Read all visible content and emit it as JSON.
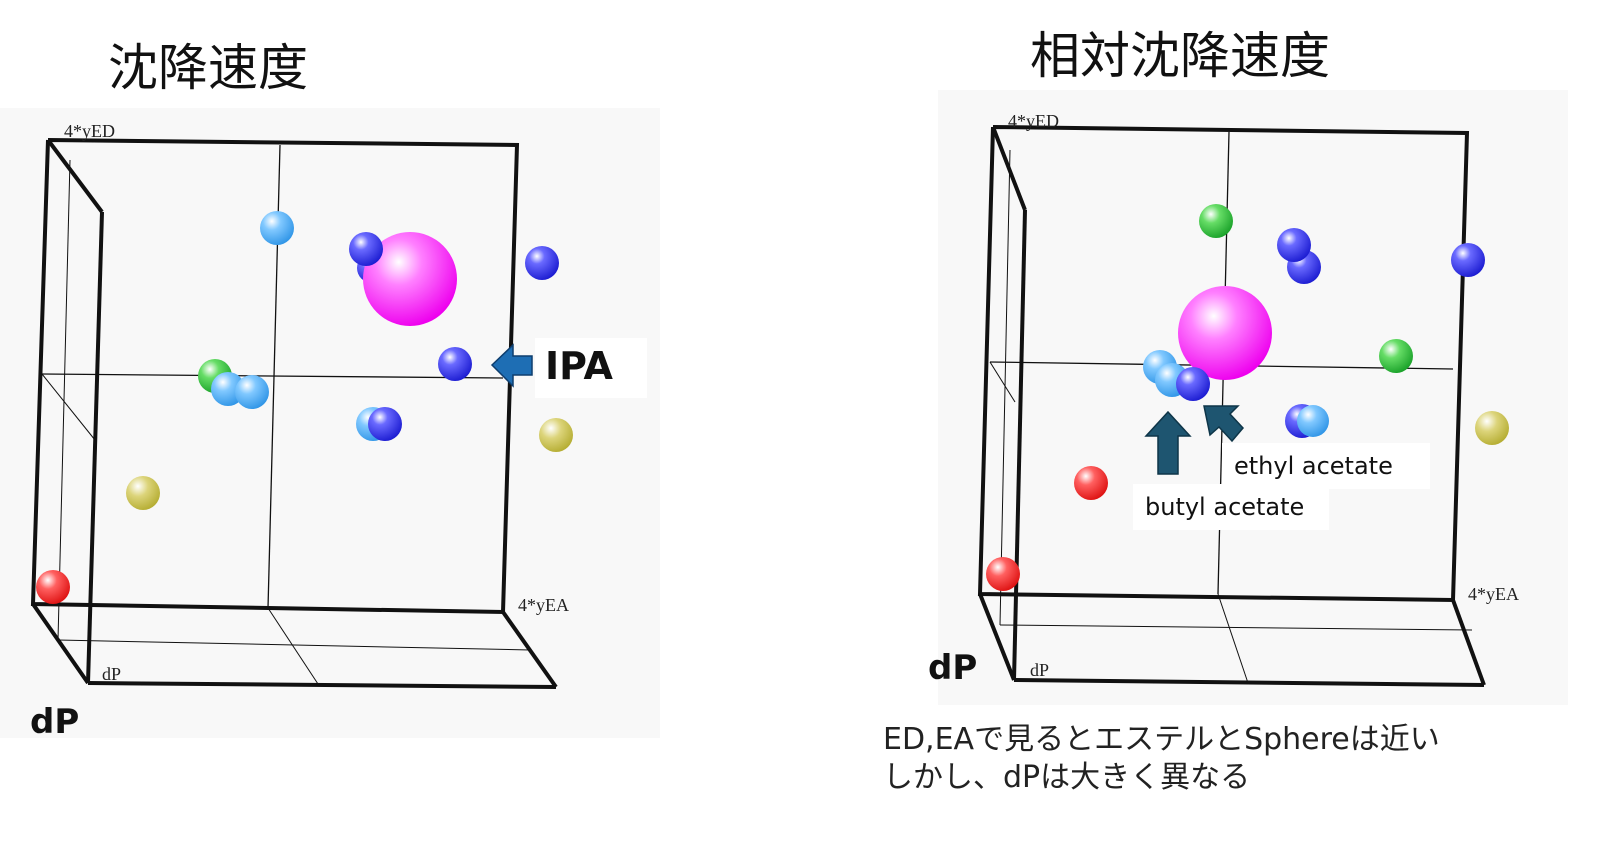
{
  "left": {
    "title": "沈降速度",
    "axis_top": "4*yED",
    "axis_right": "4*yEA",
    "axis_bottom": "dP",
    "dp_label": "dP",
    "ipa_label": "IPA"
  },
  "right": {
    "title": "相対沈降速度",
    "axis_top": "4*yED",
    "axis_right": "4*yEA",
    "axis_bottom": "dP",
    "dp_label": "dP",
    "ethyl_label": "ethyl acetate",
    "butyl_label": "butyl acetate",
    "note_line1": "ED,EAで見るとエステルとSphereは近い",
    "note_line2": "しかし、dPは大きく異なる"
  },
  "colors": {
    "sphere_main": "#ff33ff",
    "blue": "#2222dd",
    "light_blue": "#44a8f0",
    "green": "#22bb33",
    "yellow": "#c8c040",
    "red": "#ee2222",
    "arrow_blue": "#1e6eb4",
    "arrow_dark": "#1e5570"
  }
}
